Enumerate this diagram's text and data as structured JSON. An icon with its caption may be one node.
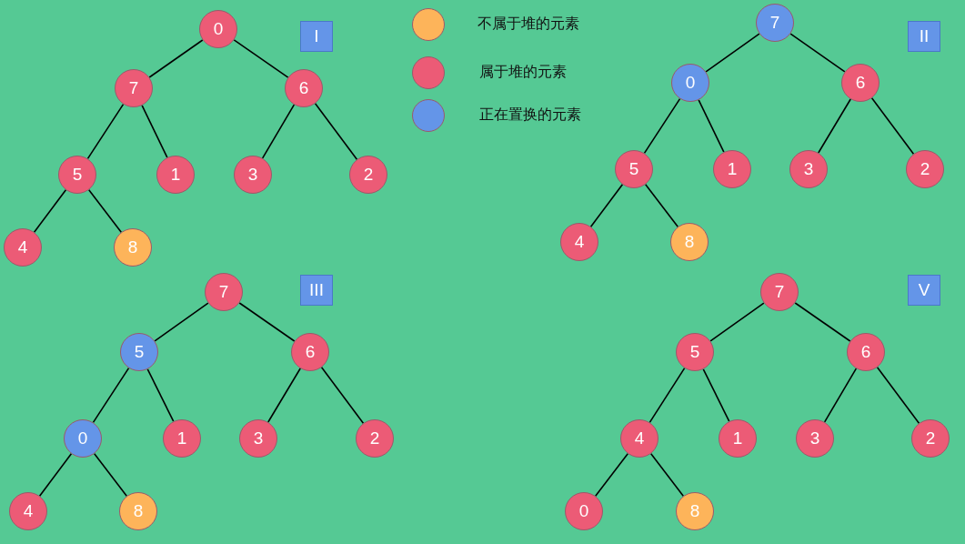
{
  "diagram": {
    "nodes": [
      {
        "text": [
          "0"
        ]
      },
      {
        "text": [
          "7"
        ]
      },
      {
        "text": [
          "6"
        ]
      },
      {
        "text": [
          "5"
        ]
      },
      {
        "text": [
          "1"
        ]
      },
      {
        "text": [
          "3"
        ]
      },
      {
        "text": [
          "2"
        ]
      },
      {
        "text": [
          "4"
        ]
      },
      {
        "text": [
          "8"
        ]
      },
      {
        "text": [
          "I"
        ]
      },
      {
        "text": [
          "7"
        ]
      },
      {
        "text": [
          "0"
        ]
      },
      {
        "text": [
          "6"
        ]
      },
      {
        "text": [
          "5"
        ]
      },
      {
        "text": [
          "1"
        ]
      },
      {
        "text": [
          "3"
        ]
      },
      {
        "text": [
          "2"
        ]
      },
      {
        "text": [
          "4"
        ]
      },
      {
        "text": [
          "8"
        ]
      },
      {
        "text": [
          "II"
        ]
      },
      {
        "text": [
          "7"
        ]
      },
      {
        "text": [
          "5"
        ]
      },
      {
        "text": [
          "6"
        ]
      },
      {
        "text": [
          "0"
        ]
      },
      {
        "text": [
          "1"
        ]
      },
      {
        "text": [
          "3"
        ]
      },
      {
        "text": [
          "2"
        ]
      },
      {
        "text": [
          "4"
        ]
      },
      {
        "text": [
          "8"
        ]
      },
      {
        "text": [
          "III"
        ]
      },
      {
        "text": [
          "7"
        ]
      },
      {
        "text": [
          "5"
        ]
      },
      {
        "text": [
          "6"
        ]
      },
      {
        "text": [
          "4"
        ]
      },
      {
        "text": [
          "1"
        ]
      },
      {
        "text": [
          "3"
        ]
      },
      {
        "text": [
          "2"
        ]
      },
      {
        "text": [
          "0"
        ]
      },
      {
        "text": [
          "8"
        ]
      },
      {
        "text": [
          "V"
        ]
      }
    ],
    "edges": [
      {
        "from": 0,
        "to": 1,
        "arrow": "none"
      },
      {
        "from": 0,
        "to": 2,
        "arrow": "none"
      },
      {
        "from": 1,
        "to": 3,
        "arrow": "none"
      },
      {
        "from": 1,
        "to": 4,
        "arrow": "none"
      },
      {
        "from": 2,
        "to": 5,
        "arrow": "none"
      },
      {
        "from": 2,
        "to": 6,
        "arrow": "none"
      },
      {
        "from": 3,
        "to": 7,
        "arrow": "none"
      },
      {
        "from": 3,
        "to": 8,
        "arrow": "none"
      },
      {
        "from": 10,
        "to": 11,
        "arrow": "none"
      },
      {
        "from": 10,
        "to": 12,
        "arrow": "none"
      },
      {
        "from": 11,
        "to": 13,
        "arrow": "none"
      },
      {
        "from": 11,
        "to": 14,
        "arrow": "none"
      },
      {
        "from": 12,
        "to": 15,
        "arrow": "none"
      },
      {
        "from": 12,
        "to": 16,
        "arrow": "none"
      },
      {
        "from": 13,
        "to": 17,
        "arrow": "none"
      },
      {
        "from": 13,
        "to": 18,
        "arrow": "none"
      },
      {
        "from": 20,
        "to": 21,
        "arrow": "none"
      },
      {
        "from": 20,
        "to": 22,
        "arrow": "none"
      },
      {
        "from": 21,
        "to": 23,
        "arrow": "none"
      },
      {
        "from": 21,
        "to": 24,
        "arrow": "none"
      },
      {
        "from": 22,
        "to": 25,
        "arrow": "none"
      },
      {
        "from": 22,
        "to": 26,
        "arrow": "none"
      },
      {
        "from": 23,
        "to": 27,
        "arrow": "none"
      },
      {
        "from": 23,
        "to": 28,
        "arrow": "none"
      },
      {
        "from": 30,
        "to": 31,
        "arrow": "none"
      },
      {
        "from": 30,
        "to": 32,
        "arrow": "none"
      },
      {
        "from": 31,
        "to": 33,
        "arrow": "none"
      },
      {
        "from": 31,
        "to": 34,
        "arrow": "none"
      },
      {
        "from": 32,
        "to": 35,
        "arrow": "none"
      },
      {
        "from": 32,
        "to": 36,
        "arrow": "none"
      },
      {
        "from": 33,
        "to": 37,
        "arrow": "none"
      },
      {
        "from": 33,
        "to": 38,
        "arrow": "none"
      }
    ],
    "legend": [
      {
        "text": "不属于堆的元素",
        "color": "#fdb45a"
      },
      {
        "text": "属于堆的元素",
        "color": "#ec5b76"
      },
      {
        "text": "正在置换的元素",
        "color": "#6495e8"
      }
    ]
  }
}
